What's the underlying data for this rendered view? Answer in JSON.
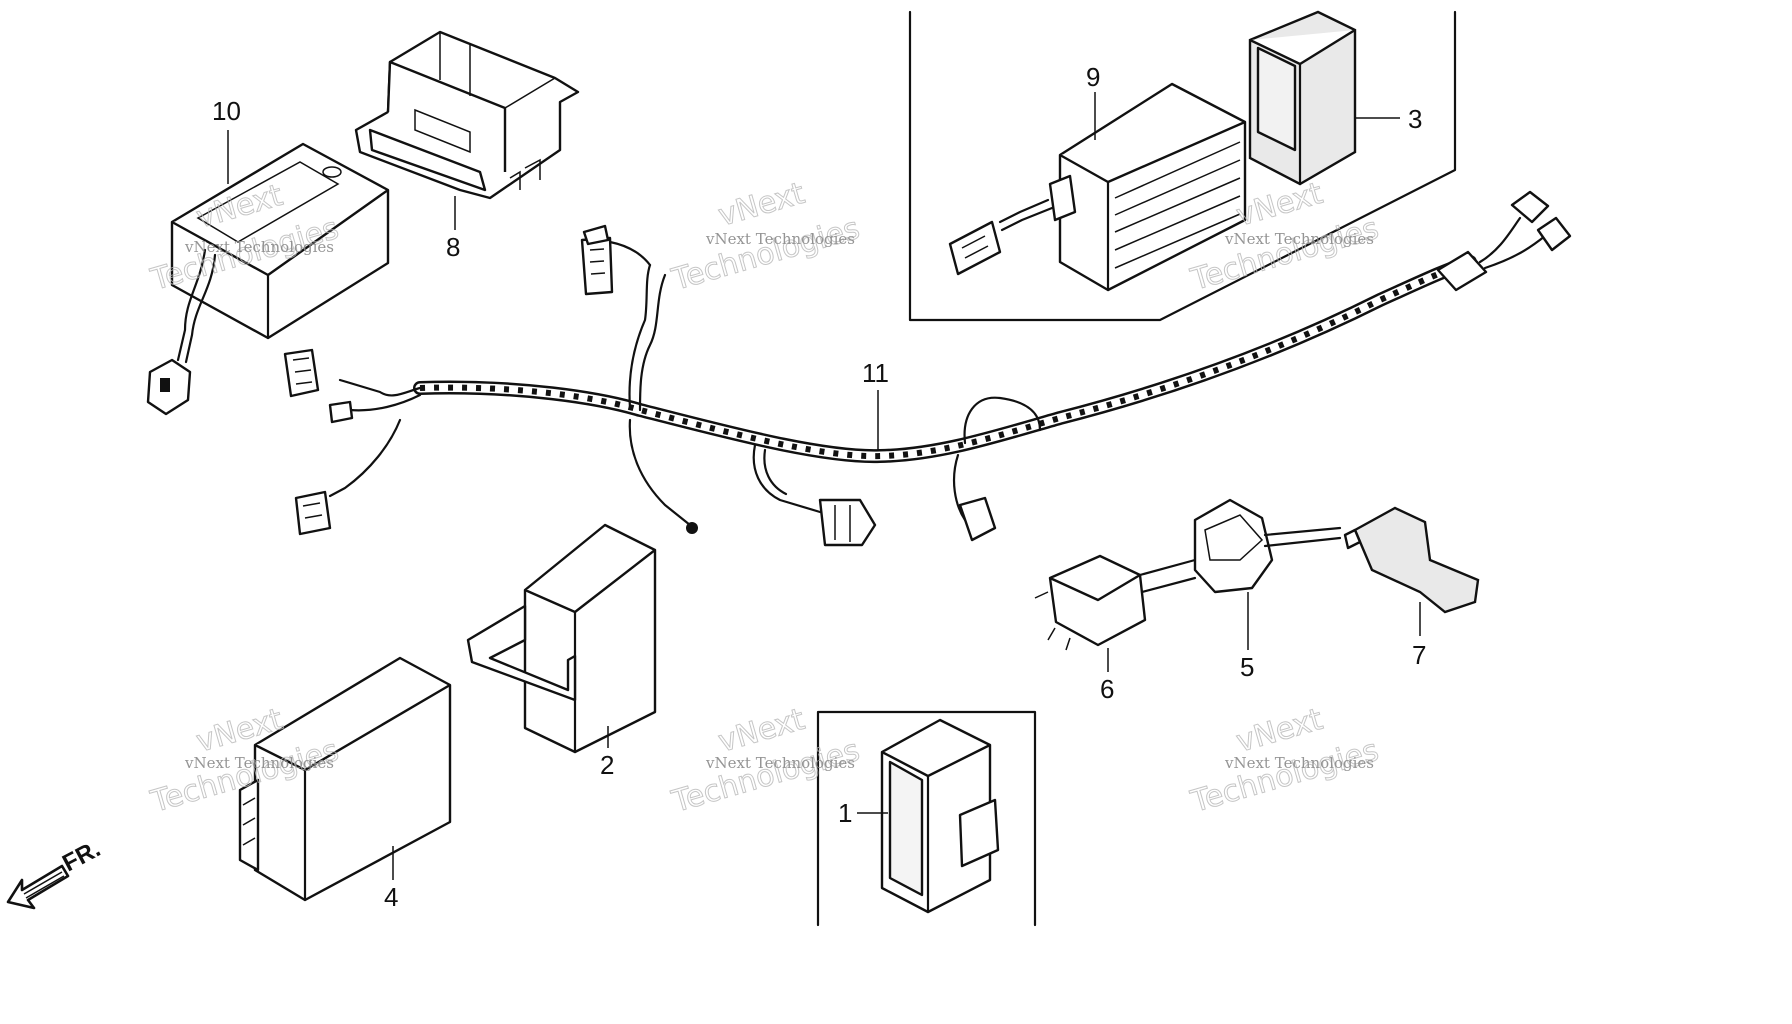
{
  "callouts": {
    "c1": "1",
    "c2": "2",
    "c3": "3",
    "c4": "4",
    "c5": "5",
    "c6": "6",
    "c7": "7",
    "c8": "8",
    "c9": "9",
    "c10": "10",
    "c11": "11"
  },
  "watermark": {
    "line1": "vNext",
    "line2": "Technologies",
    "small": "vNext Technologies"
  },
  "front_marker": "FR.",
  "colors": {
    "ink": "#111111",
    "watermark": "#b8b8b8",
    "background": "#ffffff"
  }
}
